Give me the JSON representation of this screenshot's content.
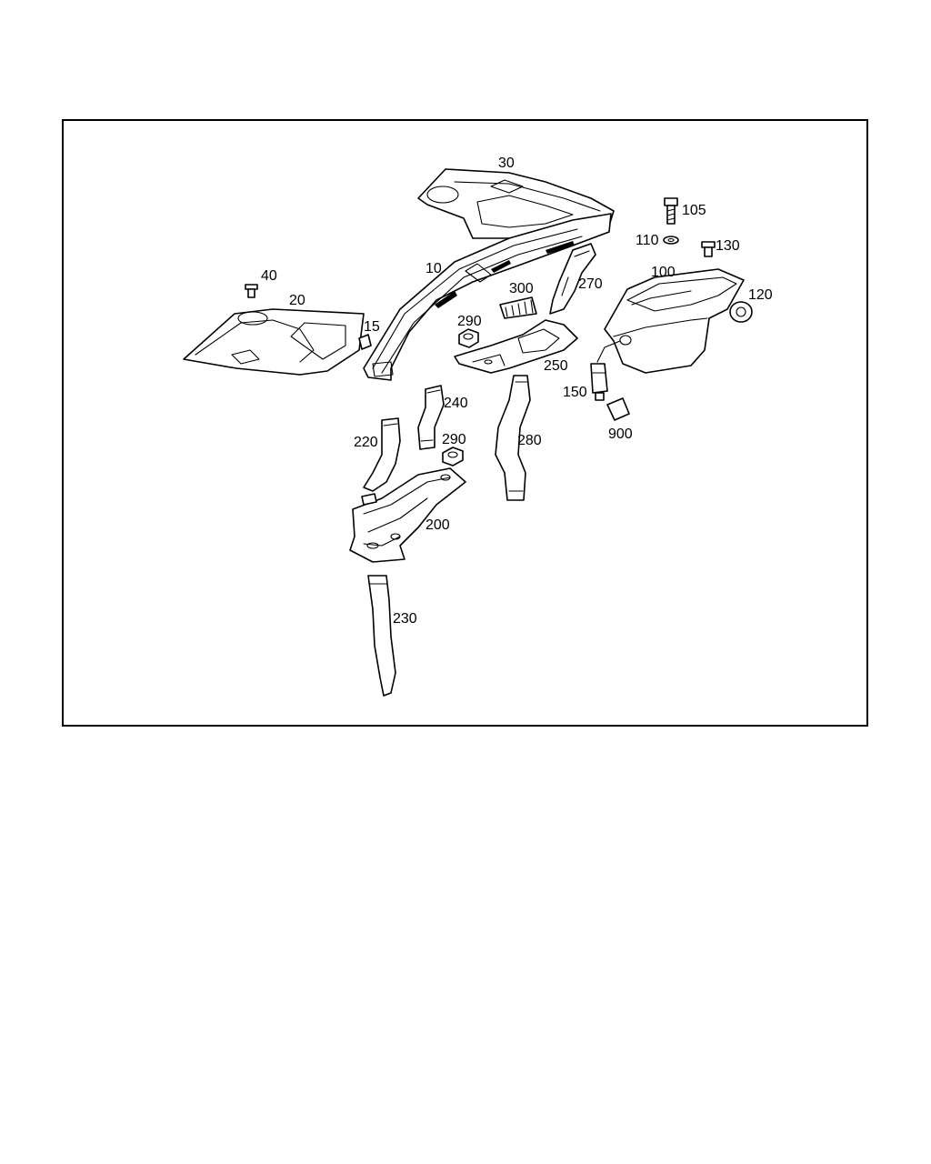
{
  "diagram": {
    "labels": {
      "p10": "10",
      "p15": "15",
      "p20": "20",
      "p30": "30",
      "p40": "40",
      "p100": "100",
      "p105": "105",
      "p110": "110",
      "p120": "120",
      "p130": "130",
      "p150": "150",
      "p200": "200",
      "p220": "220",
      "p230": "230",
      "p240": "240",
      "p250": "250",
      "p270": "270",
      "p280": "280",
      "p290a": "290",
      "p290b": "290",
      "p300": "300",
      "p900": "900"
    }
  }
}
